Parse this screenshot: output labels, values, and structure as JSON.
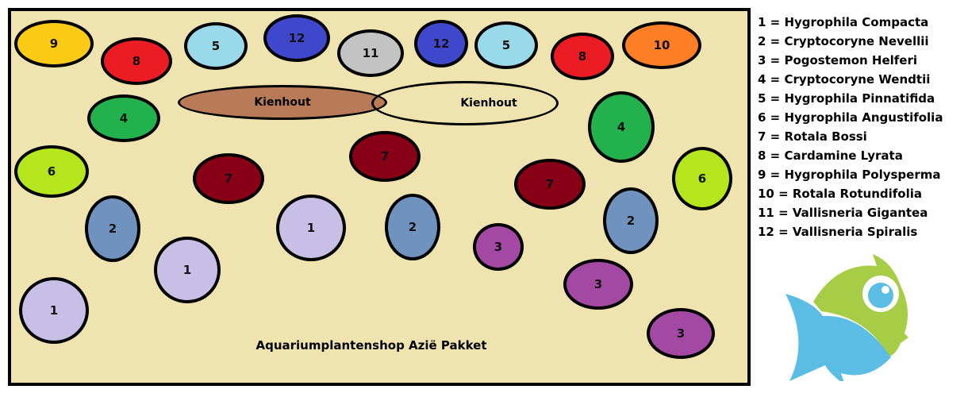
{
  "title": "Aquariumplantenshop Azië Pakket",
  "wood_label": "Kienhout",
  "legend": [
    "1 = Hygrophila Compacta",
    "2 = Cryptocoryne Nevellii",
    "3 = Pogostemon Helferi",
    "4 = Cryptocoryne Wendtii",
    "5 = Hygrophila Pinnatifida",
    "6 = Hygrophila Angustifolia",
    "7 = Rotala Bossi",
    "8 = Cardamine Lyrata",
    "9 = Hygrophila Polysperma",
    "10 = Rotala Rotundifolia",
    "11 = Vallisneria Gigantea",
    "12 = Vallisneria Spiralis"
  ],
  "colors": {
    "1": "#c8bfe7",
    "2": "#7092be",
    "3": "#a349a4",
    "4": "#22b14c",
    "5": "#99d9ea",
    "6": "#b5e61d",
    "7": "#880015",
    "8": "#ec1c24",
    "9": "#fccb16",
    "10": "#ff7f27",
    "11": "#c3c3c3",
    "12": "#3f48cc"
  },
  "plants": [
    "9",
    "8",
    "5",
    "12",
    "11",
    "12",
    "5",
    "8",
    "10",
    "4",
    "4",
    "6",
    "6",
    "7",
    "7",
    "7",
    "2",
    "2",
    "2",
    "1",
    "1",
    "1",
    "3",
    "3",
    "3"
  ]
}
